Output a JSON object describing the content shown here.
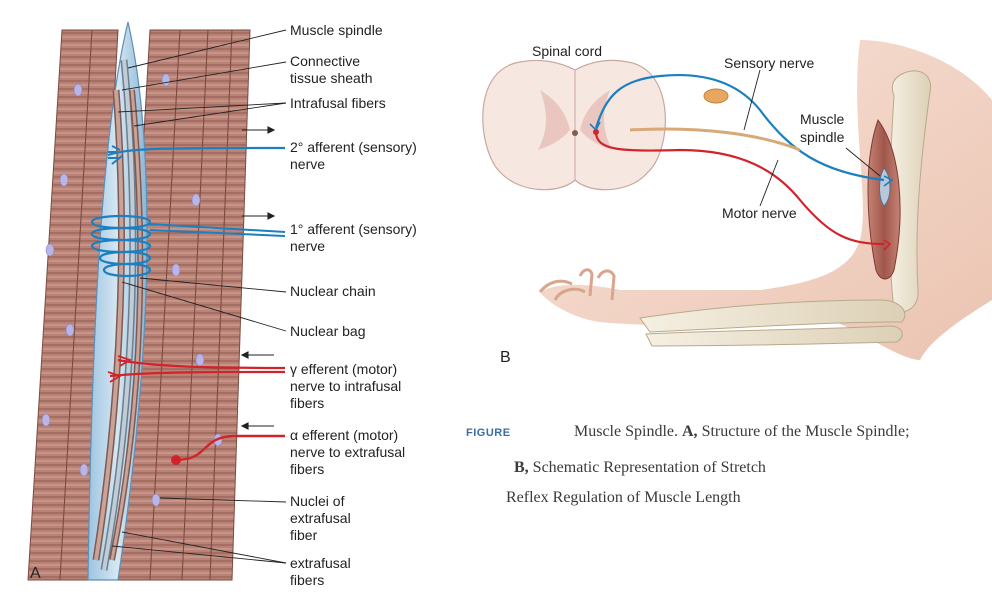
{
  "panel_a": {
    "letter": "A",
    "labels": {
      "muscle_spindle": "Muscle spindle",
      "connective_1": "Connective",
      "connective_2": "tissue sheath",
      "intrafusal": "Intrafusal fibers",
      "secondary_1": "2° afferent (sensory)",
      "secondary_2": "nerve",
      "primary_1": "1° afferent (sensory)",
      "primary_2": "nerve",
      "nuclear_chain": "Nuclear chain",
      "nuclear_bag": "Nuclear bag",
      "gamma_1": "γ efferent (motor)",
      "gamma_2": "nerve to intrafusal",
      "gamma_3": "fibers",
      "alpha_1": "α efferent (motor)",
      "alpha_2": "nerve to extrafusal",
      "alpha_3": "fibers",
      "nuclei_1": "Nuclei of",
      "nuclei_2": "extrafusal",
      "nuclei_3": "fiber",
      "extrafusal_1": "extrafusal",
      "extrafusal_2": "fibers"
    }
  },
  "panel_b": {
    "letter": "B",
    "labels": {
      "spinal_cord": "Spinal cord",
      "sensory_nerve": "Sensory nerve",
      "muscle_1": "Muscle",
      "muscle_2": "spindle",
      "motor_nerve": "Motor nerve"
    }
  },
  "caption": {
    "figure_word": "FIGURE",
    "line1_pre": "Muscle Spindle. ",
    "line1_a": "A,",
    "line1_post": " Structure of the Muscle Spindle;",
    "line2_b": "B,",
    "line2_post": " Schematic Representation of Stretch",
    "line3": "Reflex Regulation of Muscle Length"
  },
  "colors": {
    "sensory": "#1b7fc0",
    "motor": "#d2232a",
    "muscle": "#b07a6e",
    "bone": "#efe6d2",
    "skin": "#f2d3c4"
  }
}
